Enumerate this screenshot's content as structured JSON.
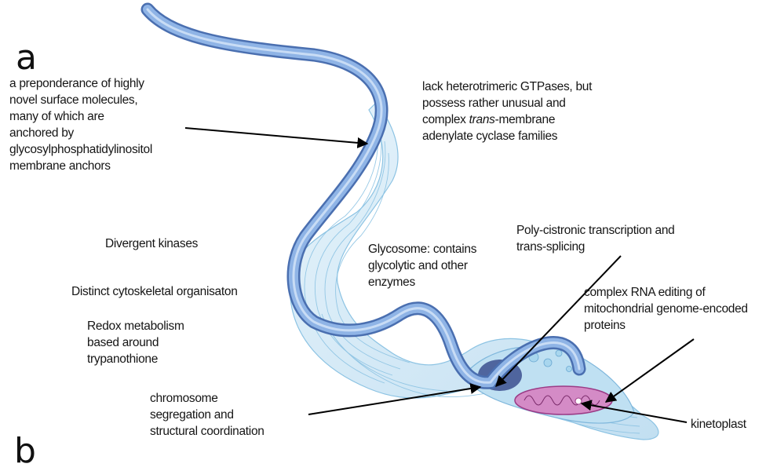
{
  "figure": {
    "panel_a": "a",
    "panel_b": "b",
    "labels": {
      "surface": "a preponderance of highly\nnovel surface molecules,\nmany of which are\nanchored by\nglycosylphosphatidylinositol\nmembrane anchors",
      "gtpase_1": "lack heterotrimeric GTPases, but\npossess rather unusual and\ncomplex ",
      "gtpase_italic": "trans",
      "gtpase_2": "-membrane\nadenylate cyclase families",
      "kinases": "Divergent kinases",
      "cytoskeleton": "Distinct cytoskeletal organisaton",
      "redox": "Redox metabolism\nbased around\ntrypanothione",
      "glycosome": "Glycosome: contains\nglycolytic and other\nenzymes",
      "transcription": "Poly-cistronic transcription and\ntrans-splicing",
      "rna_editing": "complex RNA editing of\nmitochondrial genome-encoded\nproteins",
      "chromosome": "chromosome\nsegregation and\nstructural coordination",
      "kinetoplast": "kinetoplast"
    },
    "colors": {
      "flagellum": "#7fa6dc",
      "flagellum_edge": "#4a6fb0",
      "membrane": "#cfe6f4",
      "membrane_line": "#8cc3e3",
      "mitochondrion": "#d48bc6",
      "kinetoplast": "#9b3b86",
      "nucleus": "#3b4f8f"
    }
  }
}
